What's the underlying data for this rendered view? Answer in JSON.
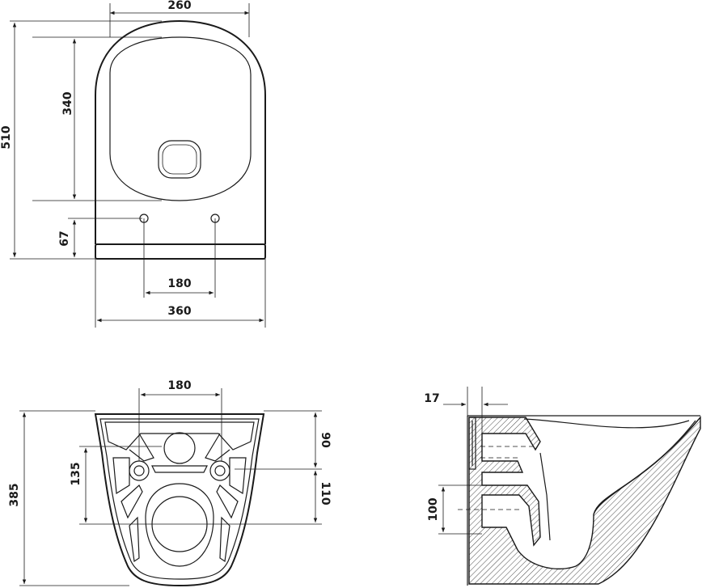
{
  "top_view": {
    "seat_width": "260",
    "total_length": "510",
    "bowl_length": "340",
    "rear_offset": "67",
    "bolt_spacing": "180",
    "overall_width": "360"
  },
  "rear_view": {
    "bolt_spacing": "180",
    "height": "385",
    "bolt_height": "135",
    "upper_gap": "90",
    "lower_gap": "110"
  },
  "side_view": {
    "wall_thickness": "17",
    "outlet_height": "100"
  }
}
